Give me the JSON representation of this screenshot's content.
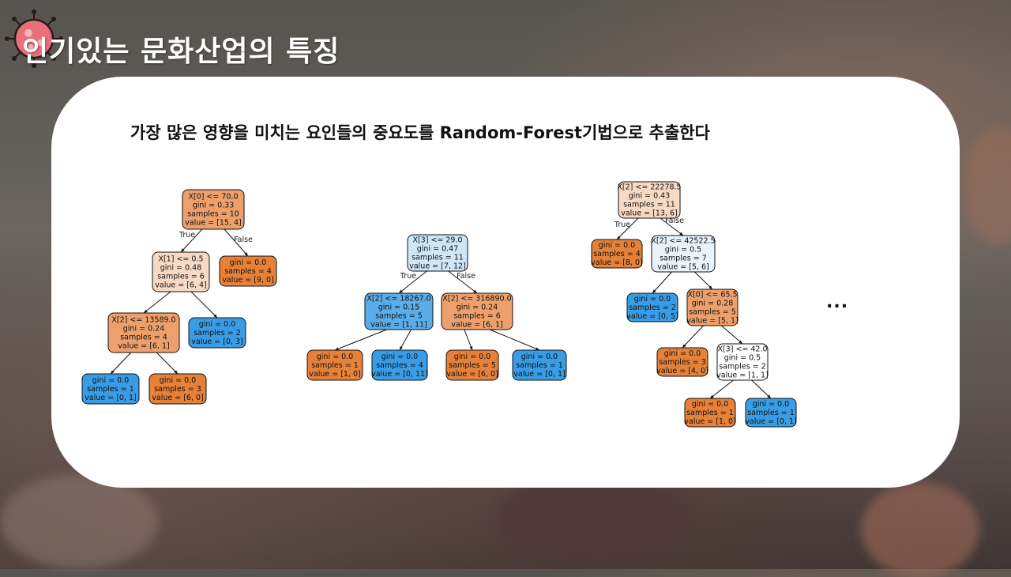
{
  "page": {
    "title": "인기있는 문화산업의 특징",
    "headline": "가장 많은 영향을 미치는 요인들의 중요도를 Random-Forest기법으로 추출한다",
    "ellipsis": "...",
    "logo_icon": "virus-icon"
  },
  "colors": {
    "orange_dark": "#e58139",
    "orange_mid": "#eda06b",
    "orange_light": "#f7d9c4",
    "blue_dark": "#399de5",
    "blue_mid": "#5aade9",
    "blue_light": "#cde6f8",
    "blue_pale": "#e8f3fc",
    "white": "#ffffff"
  },
  "trees": [
    {
      "nodes": [
        {
          "lines": [
            "X[0] <= 70.0",
            "gini = 0.33",
            "samples = 10",
            "value = [15, 4]"
          ],
          "fill": "orange_mid"
        },
        {
          "lines": [
            "X[1] <= 0.5",
            "gini = 0.48",
            "samples = 6",
            "value = [6, 4]"
          ],
          "fill": "orange_light"
        },
        {
          "lines": [
            "gini = 0.0",
            "samples = 4",
            "value = [9, 0]"
          ],
          "fill": "orange_dark"
        },
        {
          "lines": [
            "X[2] <= 13589.0",
            "gini = 0.24",
            "samples = 4",
            "value = [6, 1]"
          ],
          "fill": "orange_mid"
        },
        {
          "lines": [
            "gini = 0.0",
            "samples = 2",
            "value = [0, 3]"
          ],
          "fill": "blue_dark"
        },
        {
          "lines": [
            "gini = 0.0",
            "samples = 1",
            "value = [0, 1]"
          ],
          "fill": "blue_dark"
        },
        {
          "lines": [
            "gini = 0.0",
            "samples = 3",
            "value = [6, 0]"
          ],
          "fill": "orange_dark"
        }
      ],
      "edges": [
        [
          0,
          1
        ],
        [
          0,
          2
        ],
        [
          1,
          3
        ],
        [
          1,
          4
        ],
        [
          3,
          5
        ],
        [
          3,
          6
        ]
      ],
      "edge_labels": {
        "true": "True",
        "false": "False"
      }
    },
    {
      "nodes": [
        {
          "lines": [
            "X[3] <= 29.0",
            "gini = 0.47",
            "samples = 11",
            "value = [7, 12]"
          ],
          "fill": "blue_light"
        },
        {
          "lines": [
            "X[2] <= 18267.0",
            "gini = 0.15",
            "samples = 5",
            "value = [1, 11]"
          ],
          "fill": "blue_mid"
        },
        {
          "lines": [
            "X[2] <= 316890.0",
            "gini = 0.24",
            "samples = 6",
            "value = [6, 1]"
          ],
          "fill": "orange_mid"
        },
        {
          "lines": [
            "gini = 0.0",
            "samples = 1",
            "value = [1, 0]"
          ],
          "fill": "orange_dark"
        },
        {
          "lines": [
            "gini = 0.0",
            "samples = 4",
            "value = [0, 11]"
          ],
          "fill": "blue_dark"
        },
        {
          "lines": [
            "gini = 0.0",
            "samples = 5",
            "value = [6, 0]"
          ],
          "fill": "orange_dark"
        },
        {
          "lines": [
            "gini = 0.0",
            "samples = 1",
            "value = [0, 1]"
          ],
          "fill": "blue_dark"
        }
      ],
      "edges": [
        [
          0,
          1
        ],
        [
          0,
          2
        ],
        [
          1,
          3
        ],
        [
          1,
          4
        ],
        [
          2,
          5
        ],
        [
          2,
          6
        ]
      ],
      "edge_labels": {
        "true": "True",
        "false": "False"
      }
    },
    {
      "nodes": [
        {
          "lines": [
            "X[2] <= 22278.5",
            "gini = 0.43",
            "samples = 11",
            "value = [13, 6]"
          ],
          "fill": "orange_light"
        },
        {
          "lines": [
            "gini = 0.0",
            "samples = 4",
            "value = [8, 0]"
          ],
          "fill": "orange_dark"
        },
        {
          "lines": [
            "X[2] <= 42522.5",
            "gini = 0.5",
            "samples = 7",
            "value = [5, 6]"
          ],
          "fill": "blue_pale"
        },
        {
          "lines": [
            "gini = 0.0",
            "samples = 2",
            "value = [0, 5]"
          ],
          "fill": "blue_dark"
        },
        {
          "lines": [
            "X[0] <= 65.5",
            "gini = 0.28",
            "samples = 5",
            "value = [5, 1]"
          ],
          "fill": "orange_mid"
        },
        {
          "lines": [
            "gini = 0.0",
            "samples = 3",
            "value = [4, 0]"
          ],
          "fill": "orange_dark"
        },
        {
          "lines": [
            "X[3] <= 42.0",
            "gini = 0.5",
            "samples = 2",
            "value = [1, 1]"
          ],
          "fill": "white"
        },
        {
          "lines": [
            "gini = 0.0",
            "samples = 1",
            "value = [1, 0]"
          ],
          "fill": "orange_dark"
        },
        {
          "lines": [
            "gini = 0.0",
            "samples = 1",
            "value = [0, 1]"
          ],
          "fill": "blue_dark"
        }
      ],
      "edges": [
        [
          0,
          1
        ],
        [
          0,
          2
        ],
        [
          2,
          3
        ],
        [
          2,
          4
        ],
        [
          4,
          5
        ],
        [
          4,
          6
        ],
        [
          6,
          7
        ],
        [
          6,
          8
        ]
      ],
      "edge_labels": {
        "true": "True",
        "false": "False"
      }
    }
  ]
}
